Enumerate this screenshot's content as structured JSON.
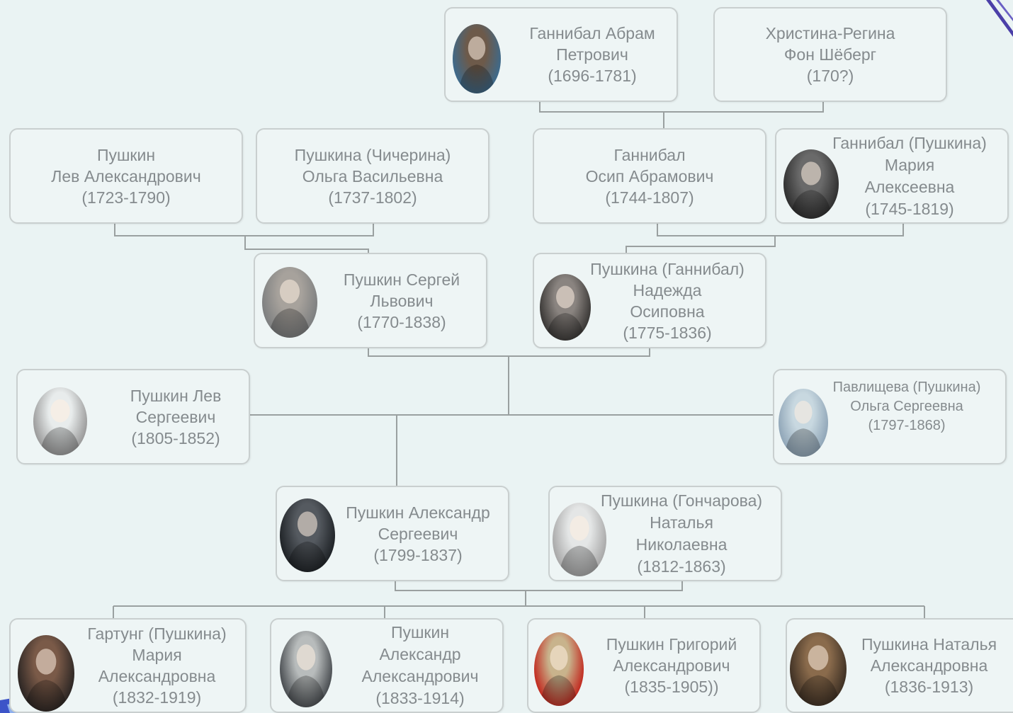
{
  "persons": [
    {
      "id": "gannibal-abram",
      "lines": [
        "Ганнибал Абрам",
        "Петрович",
        "(1696-1781)"
      ],
      "portrait": "portrait-icon"
    },
    {
      "id": "khristina-regina",
      "lines": [
        "Христина-Регина",
        "Фон Шёберг",
        "(170?)"
      ]
    },
    {
      "id": "pushkin-lev-aleksandrovich",
      "lines": [
        "Пушкин",
        "Лев Александрович",
        "(1723-1790)"
      ]
    },
    {
      "id": "pushkina-olga-vasilevna",
      "lines": [
        "Пушкина (Чичерина)",
        "Ольга Васильевна",
        "(1737-1802)"
      ]
    },
    {
      "id": "gannibal-osip",
      "lines": [
        "Ганнибал",
        "Осип Абрамович",
        "(1744-1807)"
      ]
    },
    {
      "id": "gannibal-maria",
      "lines": [
        "Ганнибал (Пушкина)",
        "Мария",
        "Алексеевна",
        "(1745-1819)"
      ],
      "portrait": "portrait-icon"
    },
    {
      "id": "pushkin-sergei",
      "lines": [
        "Пушкин Сергей",
        "Львович",
        "(1770-1838)"
      ],
      "portrait": "portrait-icon"
    },
    {
      "id": "pushkina-nadezhda",
      "lines": [
        "Пушкина (Ганнибал)",
        "Надежда",
        "Осиповна",
        "(1775-1836)"
      ],
      "portrait": "portrait-icon"
    },
    {
      "id": "pushkin-lev-sergeevich",
      "lines": [
        "Пушкин Лев",
        "Сергеевич",
        "(1805-1852)"
      ],
      "portrait": "portrait-icon"
    },
    {
      "id": "pavlishcheva-olga",
      "lines": [
        "Павлищева (Пушкина)",
        "Ольга Сергеевна",
        "(1797-1868)"
      ],
      "portrait": "portrait-icon"
    },
    {
      "id": "pushkin-aleksandr",
      "lines": [
        "Пушкин Александр",
        "Сергеевич",
        "(1799-1837)"
      ],
      "portrait": "portrait-icon"
    },
    {
      "id": "pushkina-natalia-goncharova",
      "lines": [
        "Пушкина (Гончарова)",
        "Наталья",
        "Николаевна",
        "(1812-1863)"
      ],
      "portrait": "portrait-icon"
    },
    {
      "id": "gartung-maria",
      "lines": [
        "Гартунг (Пушкина)",
        "Мария",
        "Александровна",
        "(1832-1919)"
      ],
      "portrait": "portrait-icon"
    },
    {
      "id": "pushkin-aleksandr-aleksandrovich",
      "lines": [
        "Пушкин",
        "Александр",
        "Александрович",
        "(1833-1914)"
      ],
      "portrait": "portrait-icon"
    },
    {
      "id": "pushkin-grigorii",
      "lines": [
        "Пушкин Григорий",
        "Александрович",
        "(1835-1905))"
      ],
      "portrait": "portrait-icon"
    },
    {
      "id": "pushkina-natalia-aleksandrovna",
      "lines": [
        "Пушкина Наталья",
        "Александровна",
        "(1836-1913)"
      ],
      "portrait": "portrait-icon"
    }
  ],
  "colors": {
    "background": "#eaf3f3",
    "box_border": "#c9cfcf",
    "text": "#858b8e",
    "connector": "#9aa0a0",
    "accent_deco": "#4b3fa8"
  }
}
